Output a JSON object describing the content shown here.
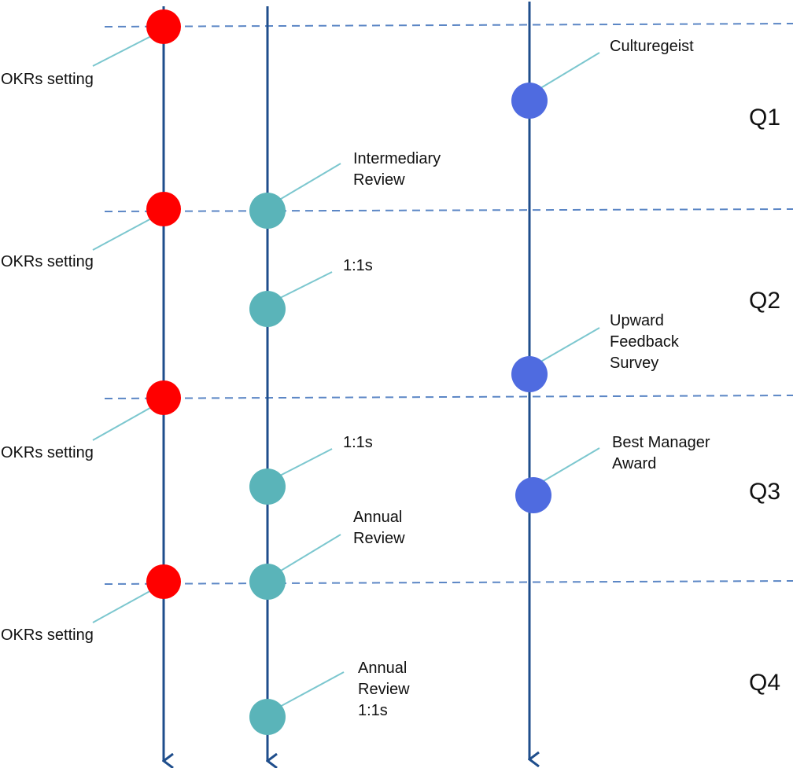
{
  "quarters": [
    "Q1",
    "Q2",
    "Q3",
    "Q4"
  ],
  "tracks": {
    "okrs": {
      "color": "#ff0000",
      "events": [
        {
          "label": "OKRs setting"
        },
        {
          "label": "OKRs setting"
        },
        {
          "label": "OKRs setting"
        },
        {
          "label": "OKRs setting"
        }
      ]
    },
    "reviews": {
      "color": "#5ab4b9",
      "events": [
        {
          "label": "Intermediary\nReview"
        },
        {
          "label": "1:1s"
        },
        {
          "label": "1:1s"
        },
        {
          "label": "Annual\nReview"
        },
        {
          "label": "Annual\nReview\n1:1s"
        }
      ]
    },
    "culture": {
      "color": "#4f6be0",
      "events": [
        {
          "label": "Culturegeist"
        },
        {
          "label": "Upward\nFeedback\nSurvey"
        },
        {
          "label": "Best Manager\nAward"
        }
      ]
    }
  },
  "colors": {
    "axis": "#1f4e8c",
    "divider": "#5b86c5",
    "leader": "#7cc7cf",
    "text": "#111111"
  }
}
